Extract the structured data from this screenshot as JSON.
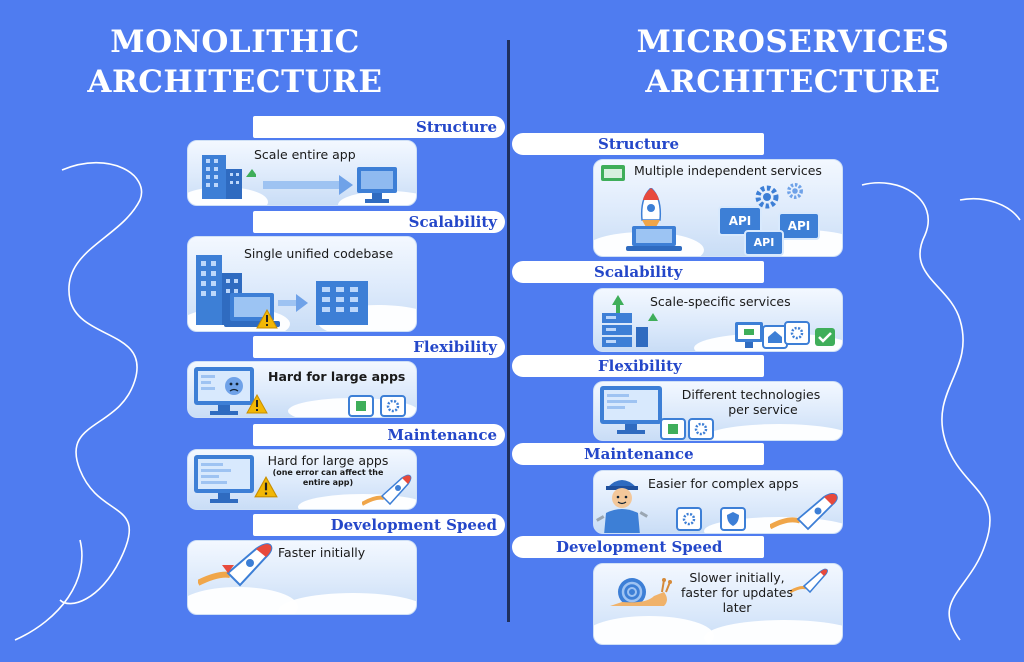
{
  "titles": {
    "left_line1": "MONOLITHIC",
    "left_line2": "ARCHITECTURE",
    "right_line1": "MICROSERVICES",
    "right_line2": "ARCHITECTURE"
  },
  "left": {
    "structure": {
      "label": "Structure",
      "text": "Scale entire app"
    },
    "scalability": {
      "label": "Scalability",
      "text": "Single unified codebase"
    },
    "flexibility": {
      "label": "Flexibility",
      "text": "Hard for large apps"
    },
    "maintenance": {
      "label": "Maintenance",
      "text": "Hard for large apps",
      "subtext1": "(one error can affect the",
      "subtext2": "entire app)"
    },
    "speed": {
      "label": "Development Speed",
      "text": "Faster initially"
    }
  },
  "right": {
    "structure": {
      "label": "Structure",
      "text": "Multiple independent services",
      "api": "API"
    },
    "scalability": {
      "label": "Scalability",
      "text": "Scale-specific services"
    },
    "flexibility": {
      "label": "Flexibility",
      "text1": "Different technologies",
      "text2": "per service"
    },
    "maintenance": {
      "label": "Maintenance",
      "text": "Easier for complex apps"
    },
    "speed": {
      "label": "Development Speed",
      "text1": "Slower initially,",
      "text2": "faster for updates",
      "text3": "later"
    }
  },
  "colors": {
    "background": "#4f7cf0",
    "label_text": "#2447c9",
    "divider": "#1f2f5c",
    "building": "#3d7fd6",
    "warning": "#f2b705",
    "rocket": "#e84a3c"
  }
}
